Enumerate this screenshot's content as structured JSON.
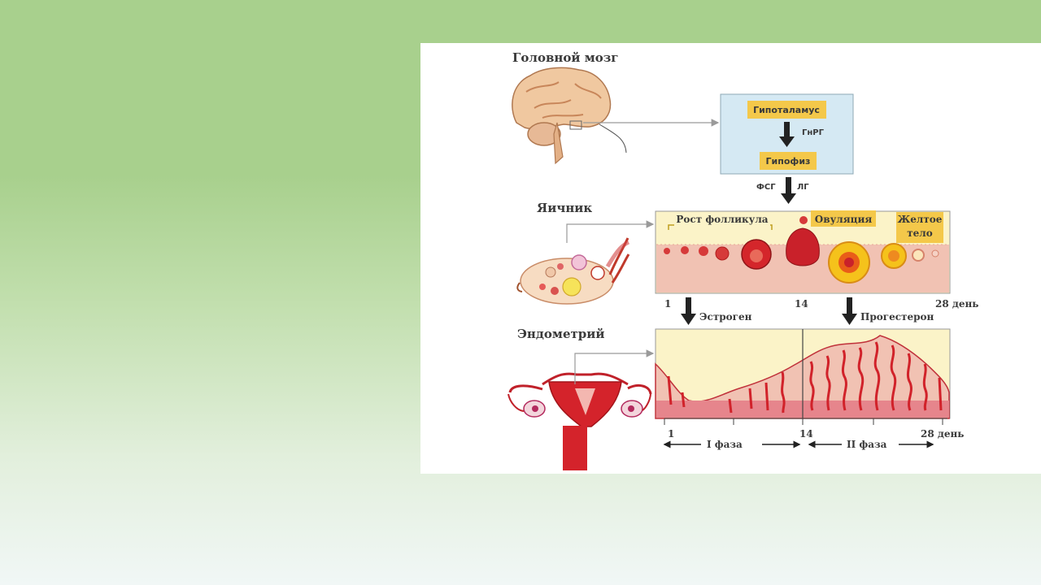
{
  "labels": {
    "brain": "Головной мозг",
    "hypothalamus": "Гипоталамус",
    "gnrh": "ГнРГ",
    "pituitary": "Гипофиз",
    "fsh": "ФСГ",
    "lh": "ЛГ",
    "ovary": "Яичник",
    "follicle_growth": "Рост фолликула",
    "ovulation": "Овуляция",
    "corpus_luteum_1": "Желтое",
    "corpus_luteum_2": "тело",
    "day_1": "1",
    "day_14": "14",
    "day_28": "28 день",
    "estrogen": "Эстроген",
    "progesterone": "Прогестерон",
    "endometrium": "Эндометрий",
    "e_day_1": "1",
    "e_day_14": "14",
    "e_day_28": "28 день",
    "phase_1": "I    фаза",
    "phase_2": "II фаза"
  },
  "colors": {
    "background_green": "#a8d08d",
    "box_blue": "#d5e9f3",
    "label_yellow": "#f4c84a",
    "ovary_panel": "#fbf3c8",
    "tissue_pink": "#f1c2b3",
    "blood_red": "#d3222a"
  }
}
